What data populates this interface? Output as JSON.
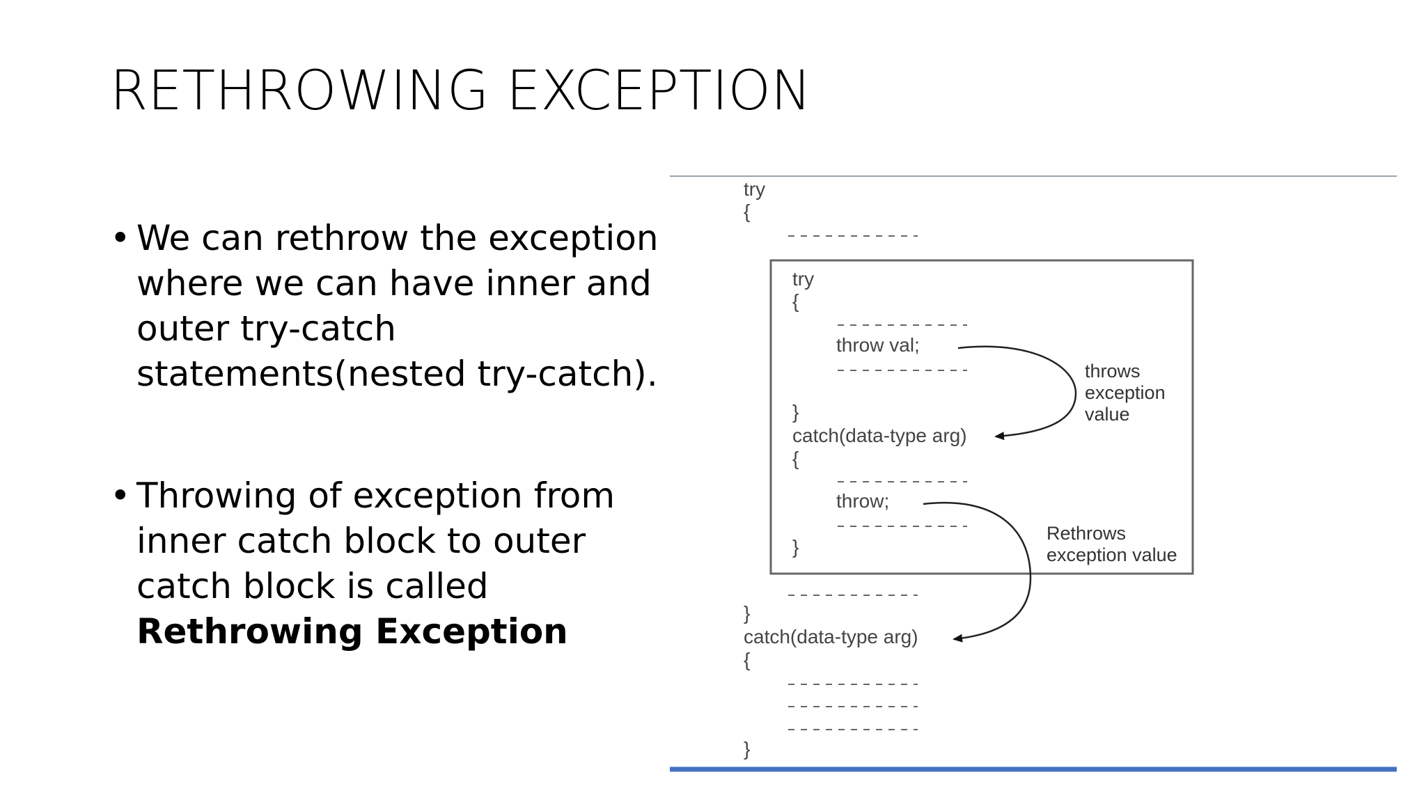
{
  "slide": {
    "title": "RETHROWING EXCEPTION",
    "bullets": [
      {
        "text": "We can rethrow the exception where we can have inner and outer try-catch statements(nested try-catch)."
      },
      {
        "text_prefix": "Throwing of exception from inner catch block to outer catch block is called ",
        "text_bold": "Rethrowing Exception"
      }
    ]
  },
  "diagram": {
    "outer_try": "try",
    "outer_open": "{",
    "inner_try": "try",
    "inner_open": "{",
    "throw_val": "throw val;",
    "inner_close_1": "}",
    "inner_catch": "catch(data-type arg)",
    "inner_open_2": "{",
    "rethrow_stmt": "throw;",
    "inner_close_2": "}",
    "outer_close": "}",
    "outer_catch": "catch(data-type arg)",
    "outer_open_2": "{",
    "final_close": "}",
    "note_throws": [
      "throws",
      "exception",
      "value"
    ],
    "note_rethrows": [
      "Rethrows",
      "exception value"
    ],
    "colors": {
      "top_rule": "#9aa3ab",
      "bottom_rule": "#4472c4",
      "box_stroke": "#666666"
    }
  }
}
